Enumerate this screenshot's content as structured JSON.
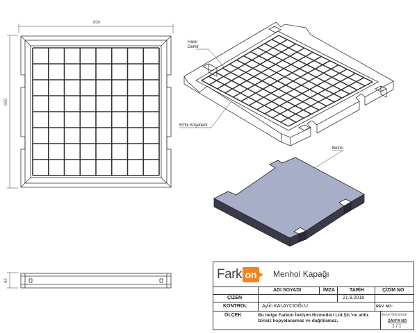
{
  "dimensions": {
    "top_width": "600",
    "left_height": "600",
    "side_height": "50"
  },
  "callouts": {
    "mesh": [
      "Hasır",
      "Demir"
    ],
    "angle": "50'lik Köşebent",
    "concrete": "Beton"
  },
  "title_block": {
    "logo_text": "Fark",
    "logo_badge": "on",
    "title": "Menhol Kapağı",
    "col_name": "ADI SOYADI",
    "col_sign": "İMZA",
    "col_date": "TARİH",
    "col_drawing_no": "ÇİZİM NO",
    "row_drawn": "ÇİZEN",
    "row_checked": "KONTROL",
    "row_scale": "ÖLÇEK",
    "drawn_date": "21.9.2016",
    "checked_name": "Aylin KALAYCIOĞLU",
    "rev_label": "REV. NO:",
    "notice_line1": "Bu belge Farkon İletişim Hizmetleri Ltd.Şti.'ne aittir.",
    "notice_line2": "İzinsiz kopyalanamaz ve dağıtılamaz.",
    "general_view": "Genel Görünüm",
    "sheet_label": "SAYFA NO",
    "sheet_value": "1 / 1"
  },
  "colors": {
    "line": "#333333",
    "plate_top": "#a9aec8",
    "plate_side": "#3a3a4a",
    "logo_orange": "#f58220"
  }
}
